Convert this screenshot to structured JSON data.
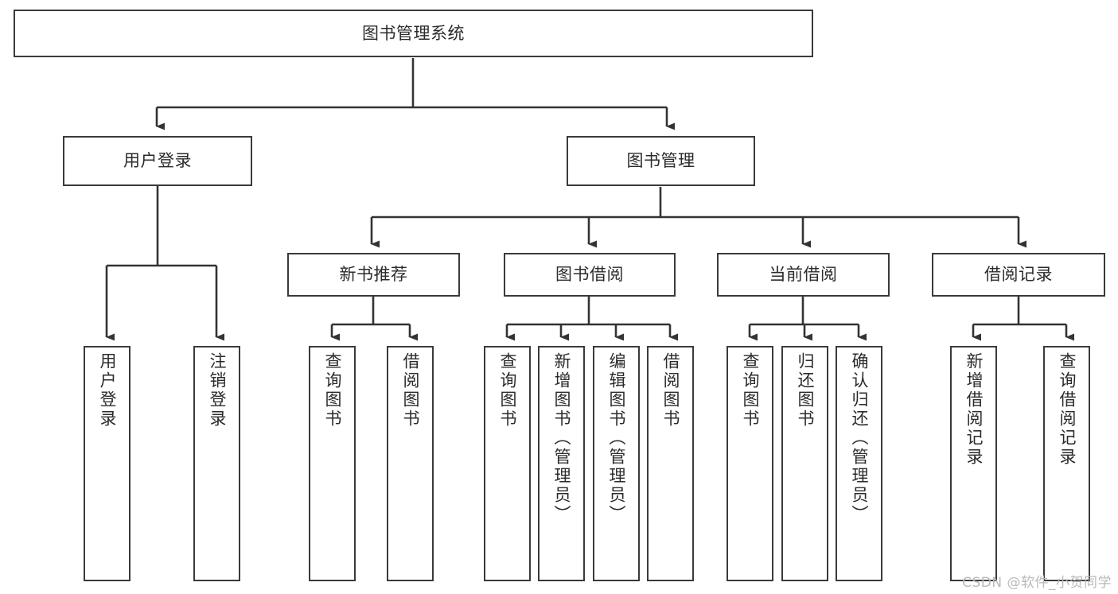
{
  "diagram": {
    "type": "tree-hierarchy",
    "title": "图书管理系统",
    "watermark": "CSDN @软件_小贺同学",
    "colors": {
      "box_border": "#3a3a3a",
      "box_fill": "#ffffff",
      "connector": "#333333",
      "text": "#2b2b2b",
      "watermark": "#b9b9b9",
      "background": "#ffffff"
    },
    "nodes": {
      "root": {
        "label": "图书管理系统"
      },
      "level1": [
        {
          "id": "user-login",
          "label": "用户登录"
        },
        {
          "id": "book-manage",
          "label": "图书管理"
        }
      ],
      "level2": [
        {
          "id": "new-book-recommend",
          "label": "新书推荐"
        },
        {
          "id": "book-borrow",
          "label": "图书借阅"
        },
        {
          "id": "current-borrow",
          "label": "当前借阅"
        },
        {
          "id": "borrow-record",
          "label": "借阅记录"
        }
      ],
      "leaves": {
        "user-login": [
          {
            "id": "leaf-user-login",
            "label": "用户登录"
          },
          {
            "id": "leaf-logout-login",
            "label": "注销登录"
          }
        ],
        "new-book-recommend": [
          {
            "id": "leaf-query-book-1",
            "label": "查询图书"
          },
          {
            "id": "leaf-borrow-book-1",
            "label": "借阅图书"
          }
        ],
        "book-borrow": [
          {
            "id": "leaf-query-book-2",
            "label": "查询图书"
          },
          {
            "id": "leaf-add-book",
            "label": "新增图书（管理员）"
          },
          {
            "id": "leaf-edit-book",
            "label": "编辑图书（管理员）"
          },
          {
            "id": "leaf-borrow-book-2",
            "label": "借阅图书"
          }
        ],
        "current-borrow": [
          {
            "id": "leaf-query-book-3",
            "label": "查询图书"
          },
          {
            "id": "leaf-return-book",
            "label": "归还图书"
          },
          {
            "id": "leaf-confirm-return",
            "label": "确认归还（管理员）"
          }
        ],
        "borrow-record": [
          {
            "id": "leaf-add-record",
            "label": "新增借阅记录"
          },
          {
            "id": "leaf-query-record",
            "label": "查询借阅记录"
          }
        ]
      }
    }
  }
}
